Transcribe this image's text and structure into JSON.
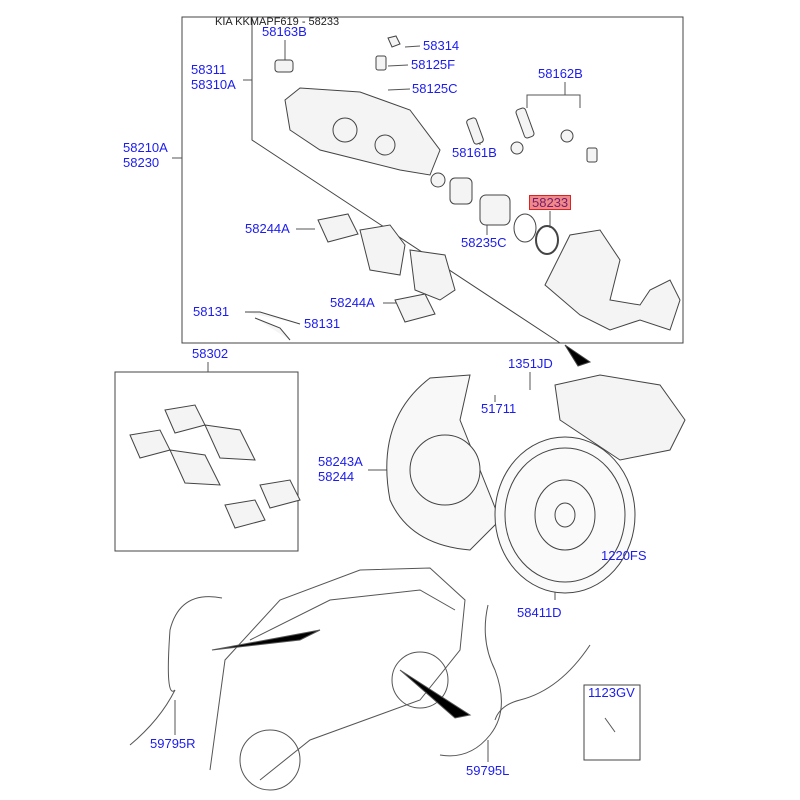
{
  "title": "KIA KKMAPF619 - 58233",
  "highlight_color": "#f08a8a",
  "label_color": "#1c1cf0",
  "labels": {
    "l58163B": "58163B",
    "l58314": "58314",
    "l58125F": "58125F",
    "l58125C": "58125C",
    "l58311": "58311",
    "l58310A": "58310A",
    "l58162B": "58162B",
    "l58210A": "58210A",
    "l58230": "58230",
    "l58161B": "58161B",
    "l58233": "58233",
    "l58235C": "58235C",
    "l58244A_1": "58244A",
    "l58244A_2": "58244A",
    "l58131_1": "58131",
    "l58131_2": "58131",
    "l58302": "58302",
    "l1351JD": "1351JD",
    "l51711": "51711",
    "l58243A": "58243A",
    "l58244": "58244",
    "l1220FS": "1220FS",
    "l58411D": "58411D",
    "l1123GV": "1123GV",
    "l59795R": "59795R",
    "l59795L": "59795L"
  }
}
